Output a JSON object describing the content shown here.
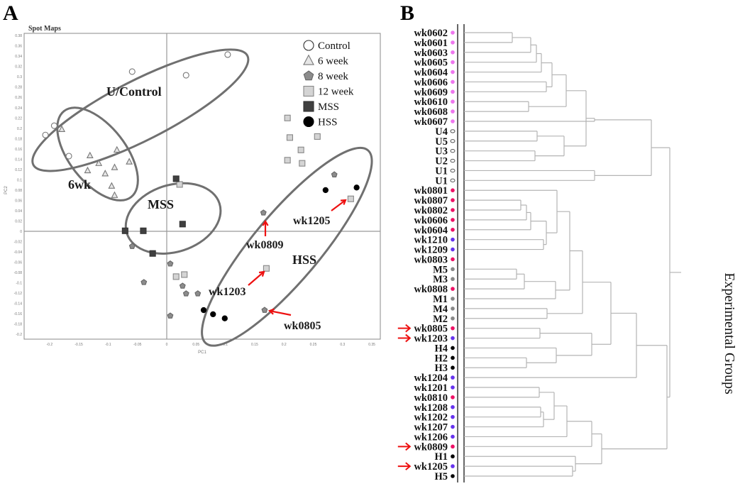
{
  "figure": {
    "panel_a_letter": "A",
    "panel_b_letter": "B"
  },
  "chart_data": [
    {
      "type": "scatter",
      "title": "Spot Maps",
      "xlabel": "PC1",
      "ylabel": "PC2",
      "xlim": [
        -0.24,
        0.36
      ],
      "ylim": [
        -0.21,
        0.39
      ],
      "x_ticks": [
        "-0.2",
        "-0.15",
        "-0.1",
        "-0.05",
        "0",
        "0.05",
        "0.1",
        "0.15",
        "0.2",
        "0.25",
        "0.3",
        "0.35"
      ],
      "x_tick_values": [
        -0.2,
        -0.15,
        -0.1,
        -0.05,
        0,
        0.05,
        0.1,
        0.15,
        0.2,
        0.25,
        0.3,
        0.35
      ],
      "y_ticks": [
        "0.38",
        "0.36",
        "0.34",
        "0.32",
        "0.3",
        "0.28",
        "0.26",
        "0.24",
        "0.22",
        "0.2",
        "0.18",
        "0.16",
        "0.14",
        "0.12",
        "0.1",
        "0.08",
        "0.06",
        "0.04",
        "0.02",
        "0",
        "-0.02",
        "-0.04",
        "-0.06",
        "-0.08",
        "-0.1",
        "-0.12",
        "-0.14",
        "-0.16",
        "-0.18",
        "-0.2"
      ],
      "y_tick_values": [
        0.38,
        0.36,
        0.34,
        0.32,
        0.3,
        0.28,
        0.26,
        0.24,
        0.22,
        0.2,
        0.18,
        0.16,
        0.14,
        0.12,
        0.1,
        0.08,
        0.06,
        0.04,
        0.02,
        0,
        -0.02,
        -0.04,
        -0.06,
        -0.08,
        -0.1,
        -0.12,
        -0.14,
        -0.16,
        -0.18,
        -0.2
      ],
      "legend_position": "top-right",
      "series": [
        {
          "name": "Control",
          "marker": "circle",
          "fill": "#ffffff",
          "stroke": "#777777",
          "points": [
            [
              -0.059,
              0.31
            ],
            [
              0.033,
              0.303
            ],
            [
              0.104,
              0.343
            ],
            [
              -0.192,
              0.205
            ],
            [
              -0.207,
              0.187
            ],
            [
              -0.167,
              0.146
            ]
          ]
        },
        {
          "name": "6 week",
          "marker": "triangle",
          "fill": "#e6e6e6",
          "stroke": "#777777",
          "points": [
            [
              -0.179,
              0.198
            ],
            [
              -0.131,
              0.147
            ],
            [
              -0.085,
              0.158
            ],
            [
              -0.064,
              0.135
            ],
            [
              -0.116,
              0.132
            ],
            [
              -0.089,
              0.124
            ],
            [
              -0.135,
              0.118
            ],
            [
              -0.105,
              0.112
            ],
            [
              -0.094,
              0.088
            ],
            [
              -0.089,
              0.07
            ]
          ]
        },
        {
          "name": "8 week",
          "marker": "pentagon",
          "fill": "#8c8c8c",
          "stroke": "#666666",
          "points": [
            [
              -0.059,
              -0.029
            ],
            [
              0.006,
              -0.063
            ],
            [
              -0.039,
              -0.099
            ],
            [
              0.027,
              -0.106
            ],
            [
              0.033,
              -0.121
            ],
            [
              0.053,
              -0.121
            ],
            [
              0.006,
              -0.164
            ],
            [
              0.165,
              0.036
            ],
            [
              0.167,
              -0.153
            ],
            [
              0.286,
              0.11
            ]
          ]
        },
        {
          "name": "12 week",
          "marker": "square",
          "fill": "#d4d4d4",
          "stroke": "#888888",
          "points": [
            [
              0.022,
              0.091
            ],
            [
              0.016,
              -0.088
            ],
            [
              0.03,
              -0.084
            ],
            [
              0.206,
              0.22
            ],
            [
              0.21,
              0.182
            ],
            [
              0.229,
              0.158
            ],
            [
              0.257,
              0.184
            ],
            [
              0.206,
              0.138
            ],
            [
              0.231,
              0.132
            ],
            [
              0.314,
              0.063
            ],
            [
              0.17,
              -0.072
            ]
          ]
        },
        {
          "name": "MSS",
          "marker": "square",
          "fill": "#404040",
          "stroke": "#333333",
          "points": [
            [
              0.016,
              0.102
            ],
            [
              0.027,
              0.014
            ],
            [
              -0.071,
              0.001
            ],
            [
              -0.04,
              0.001
            ],
            [
              -0.024,
              -0.043
            ]
          ]
        },
        {
          "name": "HSS",
          "marker": "circle",
          "fill": "#000000",
          "stroke": "#000000",
          "points": [
            [
              0.271,
              0.08
            ],
            [
              0.324,
              0.085
            ],
            [
              0.063,
              -0.153
            ],
            [
              0.079,
              -0.161
            ],
            [
              0.099,
              -0.169
            ]
          ]
        }
      ],
      "cluster_ellipses": [
        {
          "label": "U/Control",
          "center": [
            -0.045,
            0.235
          ],
          "rx": 0.205,
          "ry": 0.058,
          "angle_deg": -27
        },
        {
          "label": "6wk",
          "center": [
            -0.118,
            0.15
          ],
          "rx": 0.093,
          "ry": 0.055,
          "angle_deg": 52
        },
        {
          "label": "MSS",
          "center": [
            0.011,
            0.025
          ],
          "rx": 0.083,
          "ry": 0.065,
          "angle_deg": -18
        },
        {
          "label": "HSS",
          "center": [
            0.205,
            -0.03
          ],
          "rx": 0.215,
          "ry": 0.065,
          "angle_deg": -50
        }
      ],
      "annotations": [
        {
          "text": "wk0809",
          "target": [
            0.165,
            0.036
          ]
        },
        {
          "text": "wk1205",
          "target": [
            0.314,
            0.063
          ]
        },
        {
          "text": "wk1203",
          "target": [
            0.17,
            -0.072
          ]
        },
        {
          "text": "wk0805",
          "target": [
            0.167,
            -0.153
          ]
        }
      ],
      "label_texts": {
        "u_control": "U/Control",
        "six_wk": "6wk",
        "mss": "MSS",
        "hss": "HSS"
      }
    },
    {
      "type": "dendrogram",
      "side_label": "Experimental Groups",
      "group_colors": {
        "6wk": "#ee77ee",
        "U": "#ffffff",
        "8wk": "#ee1166",
        "12wk": "#6633ee",
        "M": "#888888",
        "H": "#000000"
      },
      "leaves": [
        {
          "label": "wk0602",
          "group": "6wk",
          "arrow": false
        },
        {
          "label": "wk0601",
          "group": "6wk",
          "arrow": false
        },
        {
          "label": "wk0603",
          "group": "6wk",
          "arrow": false
        },
        {
          "label": "wk0605",
          "group": "6wk",
          "arrow": false
        },
        {
          "label": "wk0604",
          "group": "6wk",
          "arrow": false
        },
        {
          "label": "wk0606",
          "group": "6wk",
          "arrow": false
        },
        {
          "label": "wk0609",
          "group": "6wk",
          "arrow": false
        },
        {
          "label": "wk0610",
          "group": "6wk",
          "arrow": false
        },
        {
          "label": "wk0608",
          "group": "6wk",
          "arrow": false
        },
        {
          "label": "wk0607",
          "group": "6wk",
          "arrow": false
        },
        {
          "label": "U4",
          "group": "U",
          "arrow": false
        },
        {
          "label": "U5",
          "group": "U",
          "arrow": false
        },
        {
          "label": "U3",
          "group": "U",
          "arrow": false
        },
        {
          "label": "U2",
          "group": "U",
          "arrow": false
        },
        {
          "label": "U1",
          "group": "U",
          "arrow": false
        },
        {
          "label": "U1",
          "group": "U",
          "arrow": false
        },
        {
          "label": "wk0801",
          "group": "8wk",
          "arrow": false
        },
        {
          "label": "wk0807",
          "group": "8wk",
          "arrow": false
        },
        {
          "label": "wk0802",
          "group": "8wk",
          "arrow": false
        },
        {
          "label": "wk0606",
          "group": "8wk",
          "arrow": false
        },
        {
          "label": "wk0604",
          "group": "8wk",
          "arrow": false
        },
        {
          "label": "wk1210",
          "group": "12wk",
          "arrow": false
        },
        {
          "label": "wk1209",
          "group": "12wk",
          "arrow": false
        },
        {
          "label": "wk0803",
          "group": "8wk",
          "arrow": false
        },
        {
          "label": "M5",
          "group": "M",
          "arrow": false
        },
        {
          "label": "M3",
          "group": "M",
          "arrow": false
        },
        {
          "label": "wk0808",
          "group": "8wk",
          "arrow": false
        },
        {
          "label": "M1",
          "group": "M",
          "arrow": false
        },
        {
          "label": "M4",
          "group": "M",
          "arrow": false
        },
        {
          "label": "M2",
          "group": "M",
          "arrow": false
        },
        {
          "label": "wk0805",
          "group": "8wk",
          "arrow": true
        },
        {
          "label": "wk1203",
          "group": "12wk",
          "arrow": true
        },
        {
          "label": "H4",
          "group": "H",
          "arrow": false
        },
        {
          "label": "H2",
          "group": "H",
          "arrow": false
        },
        {
          "label": "H3",
          "group": "H",
          "arrow": false
        },
        {
          "label": "wk1204",
          "group": "12wk",
          "arrow": false
        },
        {
          "label": "wk1201",
          "group": "12wk",
          "arrow": false
        },
        {
          "label": "wk0810",
          "group": "8wk",
          "arrow": false
        },
        {
          "label": "wk1208",
          "group": "12wk",
          "arrow": false
        },
        {
          "label": "wk1202",
          "group": "12wk",
          "arrow": false
        },
        {
          "label": "wk1207",
          "group": "12wk",
          "arrow": false
        },
        {
          "label": "wk1206",
          "group": "12wk",
          "arrow": false
        },
        {
          "label": "wk0809",
          "group": "8wk",
          "arrow": true
        },
        {
          "label": "H1",
          "group": "H",
          "arrow": false
        },
        {
          "label": "wk1205",
          "group": "12wk",
          "arrow": true
        },
        {
          "label": "H5",
          "group": "H",
          "arrow": false
        }
      ]
    }
  ]
}
